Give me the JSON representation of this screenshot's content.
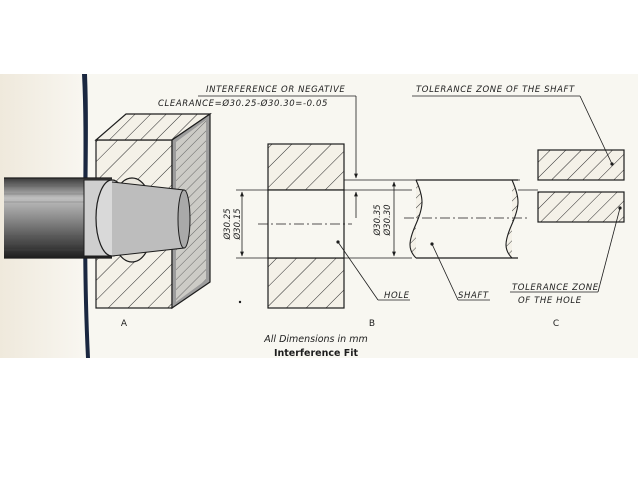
{
  "diagram": {
    "colors": {
      "paper": "#f7f5ee",
      "ink": "#1d1d1d",
      "dark_band": "#1a2740",
      "hatch_face": "#f2efe6"
    },
    "figure_a": {
      "label": "A"
    },
    "figure_b": {
      "label": "B",
      "hole_dim_upper": "Ø30.25",
      "hole_dim_lower": "Ø30.15",
      "shaft_dim_upper": "Ø30.35",
      "shaft_dim_lower": "Ø30.30"
    },
    "figure_c": {
      "label": "C"
    },
    "annotations": {
      "interference_line1": "INTERFERENCE OR NEGATIVE",
      "interference_line2": "CLEARANCE=Ø30.25-Ø30.30=-0.05",
      "tolerance_shaft": "TOLERANCE ZONE OF THE SHAFT",
      "tolerance_hole_line1": "TOLERANCE ZONE",
      "tolerance_hole_line2": "OF THE HOLE",
      "hole": "HOLE",
      "shaft": "SHAFT"
    },
    "captions": {
      "units": "All Dimensions in mm",
      "title": "Interference Fit"
    }
  }
}
